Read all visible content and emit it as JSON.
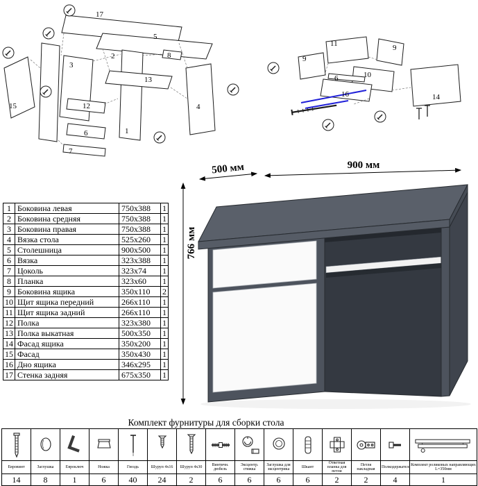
{
  "diagram_left": {
    "labels": [
      "17",
      "5",
      "3",
      "13",
      "15",
      "12",
      "6",
      "7",
      "1",
      "4",
      "2",
      "8"
    ]
  },
  "diagram_right": {
    "labels": [
      "11",
      "9",
      "9",
      "10",
      "6",
      "16",
      "14"
    ]
  },
  "desk": {
    "width_label": "900 мм",
    "depth_label": "500 мм",
    "height_label": "766 мм"
  },
  "parts": {
    "rows": [
      {
        "num": "1",
        "name": "Боковина левая",
        "size": "750x388",
        "qty": "1"
      },
      {
        "num": "2",
        "name": "Боковина средняя",
        "size": "750x388",
        "qty": "1"
      },
      {
        "num": "3",
        "name": "Боковина правая",
        "size": "750x388",
        "qty": "1"
      },
      {
        "num": "4",
        "name": "Вязка стола",
        "size": "525x260",
        "qty": "1"
      },
      {
        "num": "5",
        "name": "Столешница",
        "size": "900x500",
        "qty": "1"
      },
      {
        "num": "6",
        "name": "Вязка",
        "size": "323x388",
        "qty": "1"
      },
      {
        "num": "7",
        "name": "Цоколь",
        "size": "323x74",
        "qty": "1"
      },
      {
        "num": "8",
        "name": "Планка",
        "size": "323x60",
        "qty": "1"
      },
      {
        "num": "9",
        "name": "Боковина ящика",
        "size": "350x110",
        "qty": "2"
      },
      {
        "num": "10",
        "name": "Щит ящика передний",
        "size": "266x110",
        "qty": "1"
      },
      {
        "num": "11",
        "name": "Щит ящика задний",
        "size": "266x110",
        "qty": "1"
      },
      {
        "num": "12",
        "name": "Полка",
        "size": "323x380",
        "qty": "1"
      },
      {
        "num": "13",
        "name": "Полка выкатная",
        "size": "500x350",
        "qty": "1"
      },
      {
        "num": "14",
        "name": "Фасад ящика",
        "size": "350x200",
        "qty": "1"
      },
      {
        "num": "15",
        "name": "Фасад",
        "size": "350x430",
        "qty": "1"
      },
      {
        "num": "16",
        "name": "Дно ящика",
        "size": "346x295",
        "qty": "1"
      },
      {
        "num": "17",
        "name": "Стенка задняя",
        "size": "675x350",
        "qty": "1"
      }
    ]
  },
  "hardware": {
    "title": "Комплект фурнитуры для сборки стола",
    "items": [
      {
        "name": "Евровинт",
        "qty": "14"
      },
      {
        "name": "Заглушка",
        "qty": "8"
      },
      {
        "name": "Евроключ",
        "qty": "1"
      },
      {
        "name": "Ножка",
        "qty": "6"
      },
      {
        "name": "Гвоздь",
        "qty": "40"
      },
      {
        "name": "Шуруп 4x16",
        "qty": "24"
      },
      {
        "name": "Шуруп 4x30",
        "qty": "2"
      },
      {
        "name": "Винтичн. дюбель",
        "qty": "6"
      },
      {
        "name": "Эксцентр. стяжка",
        "qty": "6"
      },
      {
        "name": "Заглушка для эксцентрика",
        "qty": "6"
      },
      {
        "name": "Шкант",
        "qty": "6"
      },
      {
        "name": "Ответная планка для петли",
        "qty": "2"
      },
      {
        "name": "Петля накладная",
        "qty": "2"
      },
      {
        "name": "Полкодержатель",
        "qty": "4"
      },
      {
        "name": "Комплект роликовых направляющих L=350мм",
        "qty": "1"
      }
    ]
  }
}
